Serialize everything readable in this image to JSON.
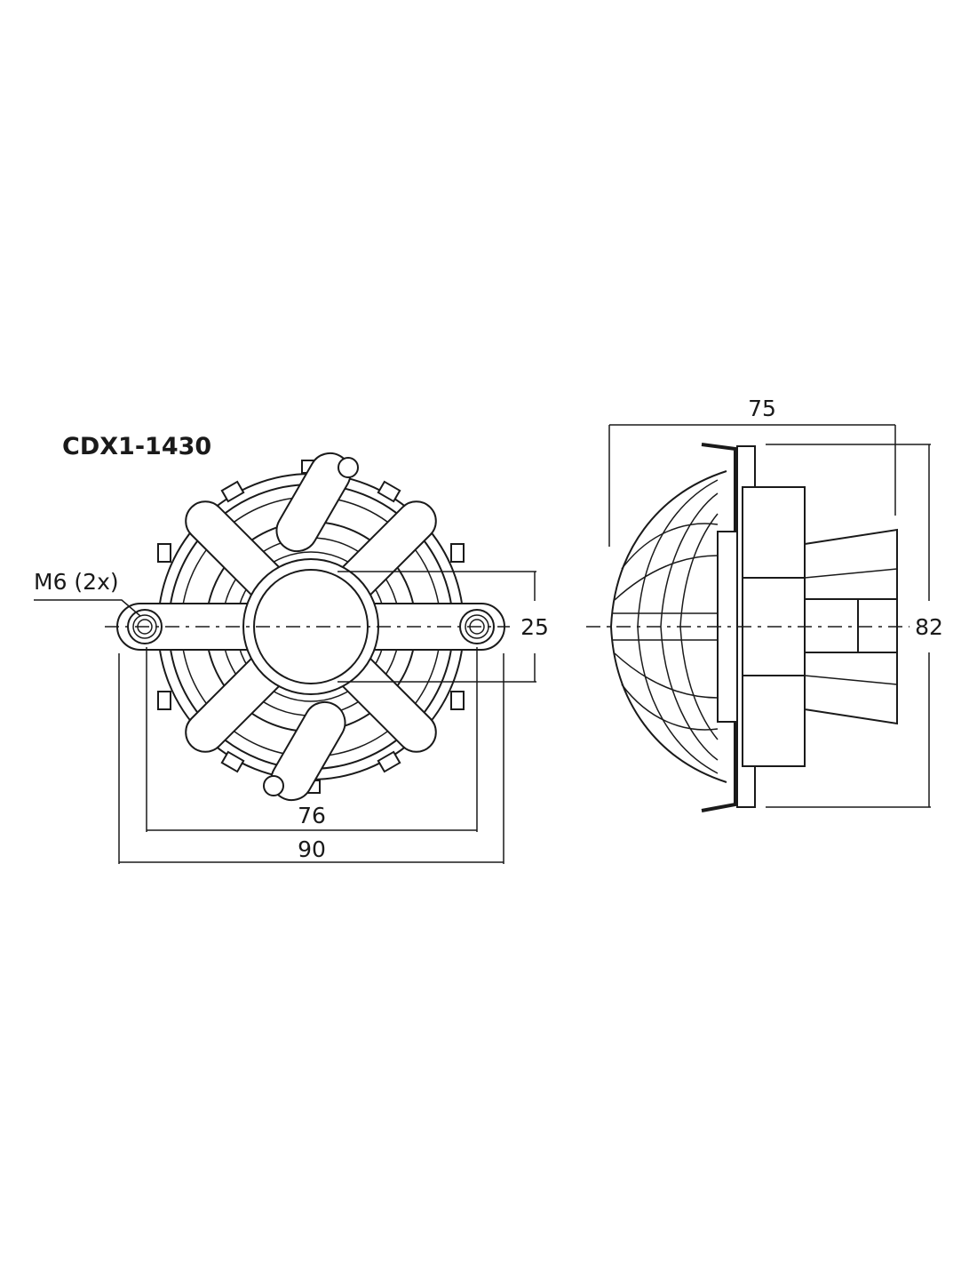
{
  "model": "CDX1-1430",
  "labels": {
    "thread": "M6 (2x)",
    "dim_hole_spacing": "76",
    "dim_overall_width": "90",
    "dim_throat": "25",
    "dim_depth": "75",
    "dim_height": "82"
  },
  "colors": {
    "line": "#1a1a1a",
    "background": "#ffffff"
  }
}
